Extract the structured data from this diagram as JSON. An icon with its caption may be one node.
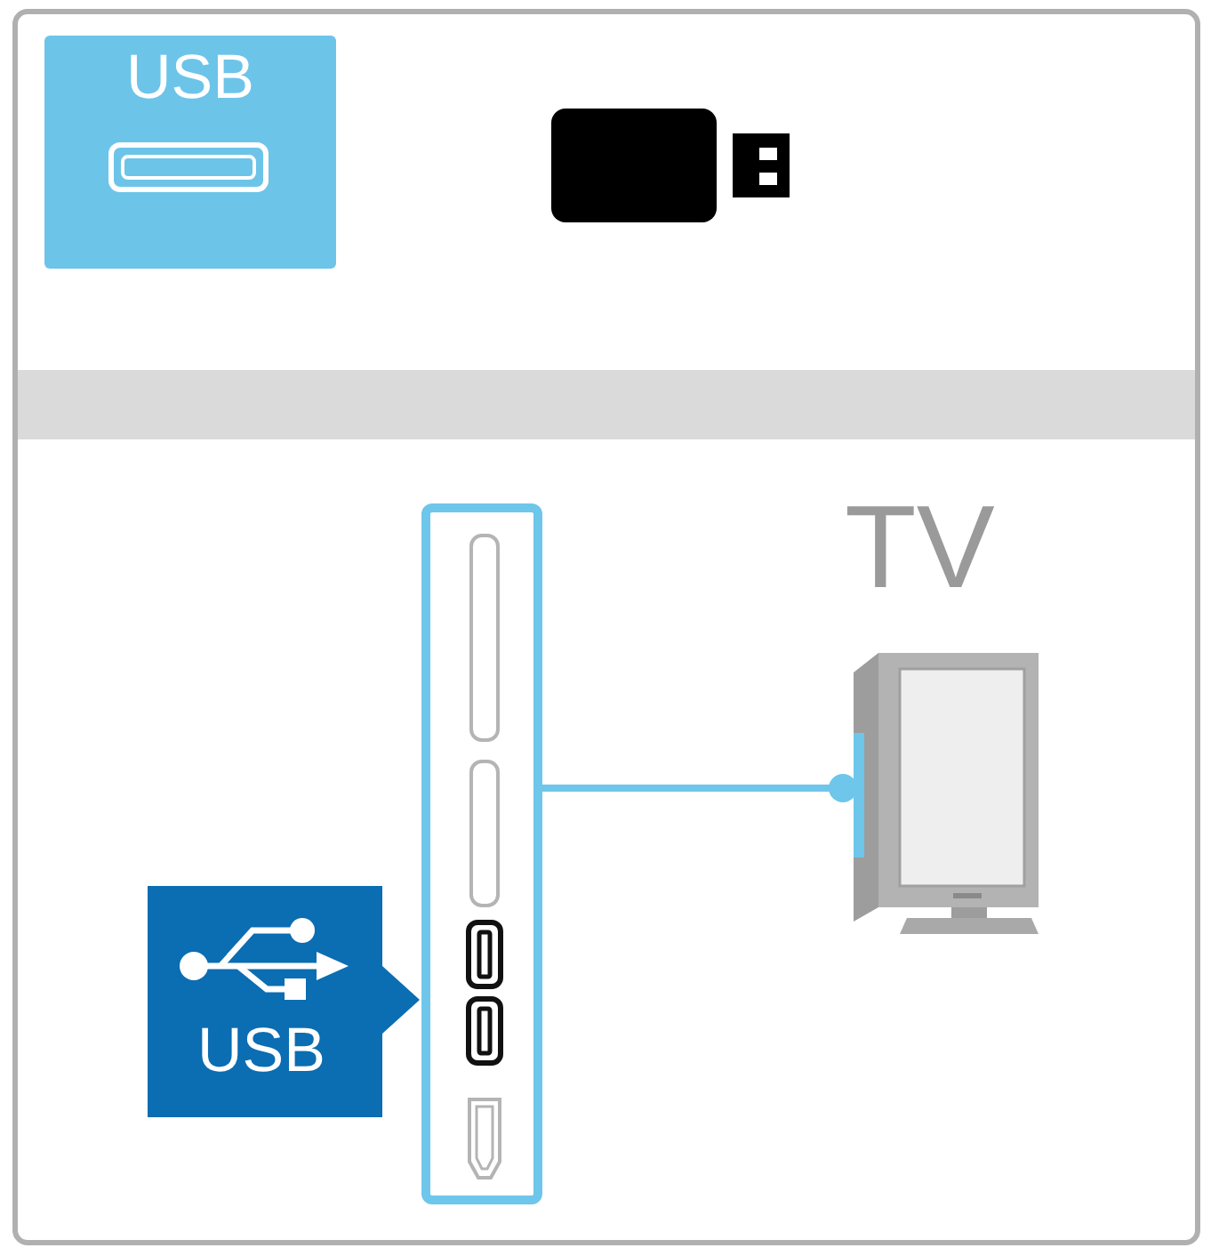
{
  "diagram": {
    "nodes": [
      {
        "text": [
          "USB"
        ]
      },
      {
        "text": [],
        "shape": "box"
      },
      {
        "text": [
          "TV"
        ]
      },
      {
        "text": [
          "USB"
        ]
      }
    ],
    "edges": [
      {
        "from": 1,
        "to": 2,
        "arrow": "other"
      }
    ]
  }
}
